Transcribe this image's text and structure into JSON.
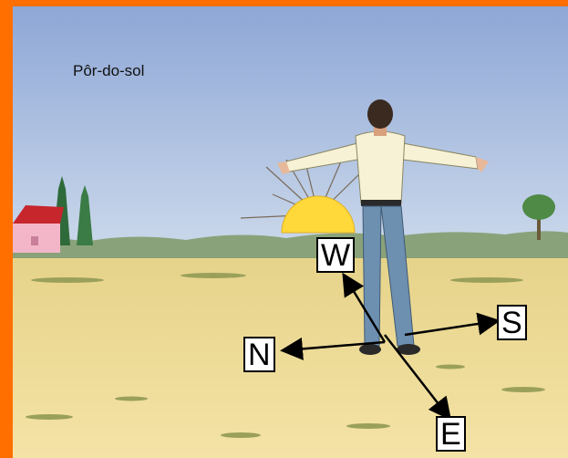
{
  "caption": "Pôr-do-sol",
  "directions": {
    "west": "W",
    "north": "N",
    "south": "S",
    "east": "E"
  },
  "colors": {
    "border": "#ff6f00",
    "sky_top": "#8fa8d8",
    "sky_bottom": "#c3d4ea",
    "sun": "#ffd83a",
    "ground": "#f0d98a",
    "shirt": "#f7f2d6",
    "jeans": "#6d8fb0",
    "arrow": "#000000"
  }
}
